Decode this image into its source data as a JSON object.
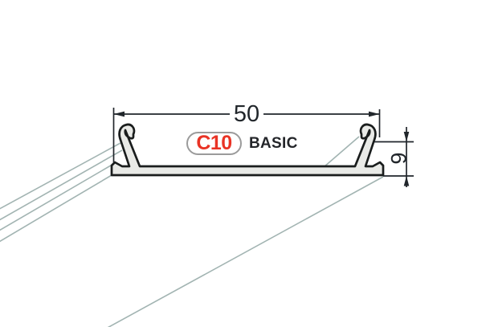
{
  "drawing": {
    "label": {
      "code": "C10",
      "series": "BASIC"
    },
    "dimensions": {
      "width": {
        "value": "50"
      },
      "height": {
        "value": "6"
      }
    }
  },
  "colors": {
    "accent-red": "#e93325",
    "pill-border": "#9b9b9b",
    "text-dark": "#24262a",
    "dim-line": "#21262b",
    "outline": "#1a1d1d",
    "profile-fill": "#e9eae7",
    "extrusion-line": "#a2b4b2",
    "background": "#ffffff"
  }
}
